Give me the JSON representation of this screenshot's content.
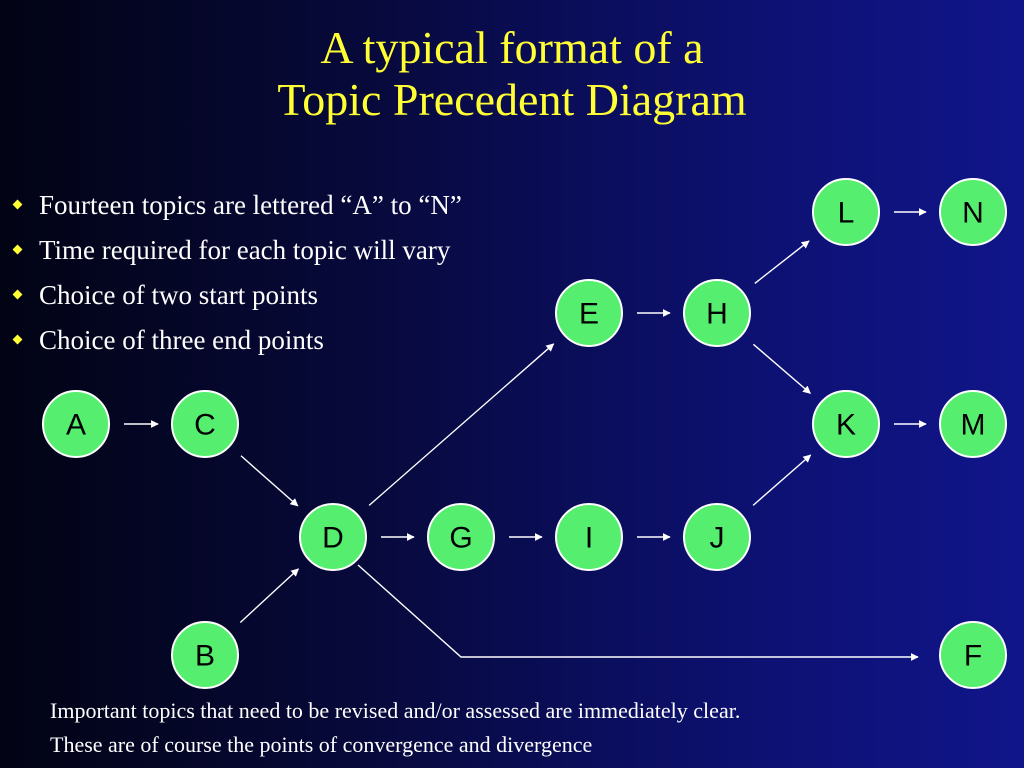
{
  "title": {
    "line1": "A typical format of a",
    "line2": "Topic Precedent Diagram"
  },
  "bullets": [
    "Fourteen topics are lettered “A” to “N”",
    "Time required for each topic will vary",
    "Choice of two start points",
    "Choice of three end points"
  ],
  "diagram": {
    "nodes": [
      {
        "id": "A",
        "label": "A"
      },
      {
        "id": "B",
        "label": "B"
      },
      {
        "id": "C",
        "label": "C"
      },
      {
        "id": "D",
        "label": "D"
      },
      {
        "id": "E",
        "label": "E"
      },
      {
        "id": "F",
        "label": "F"
      },
      {
        "id": "G",
        "label": "G"
      },
      {
        "id": "H",
        "label": "H"
      },
      {
        "id": "I",
        "label": "I"
      },
      {
        "id": "J",
        "label": "J"
      },
      {
        "id": "K",
        "label": "K"
      },
      {
        "id": "L",
        "label": "L"
      },
      {
        "id": "M",
        "label": "M"
      },
      {
        "id": "N",
        "label": "N"
      }
    ],
    "edges": [
      {
        "from": "A",
        "to": "C"
      },
      {
        "from": "C",
        "to": "D"
      },
      {
        "from": "B",
        "to": "D"
      },
      {
        "from": "D",
        "to": "E"
      },
      {
        "from": "D",
        "to": "G"
      },
      {
        "from": "D",
        "to": "F"
      },
      {
        "from": "G",
        "to": "I"
      },
      {
        "from": "I",
        "to": "J"
      },
      {
        "from": "E",
        "to": "H"
      },
      {
        "from": "H",
        "to": "L"
      },
      {
        "from": "H",
        "to": "K"
      },
      {
        "from": "J",
        "to": "K"
      },
      {
        "from": "L",
        "to": "N"
      },
      {
        "from": "K",
        "to": "M"
      }
    ],
    "node_color": "#55ee6f"
  },
  "footer": {
    "line1": "Important topics that need to be revised and/or assessed are immediately clear.",
    "line2": "These are of course the points of convergence and divergence"
  },
  "colors": {
    "title": "#ffff33",
    "text": "#ffffff",
    "bullet": "#ffff33"
  }
}
